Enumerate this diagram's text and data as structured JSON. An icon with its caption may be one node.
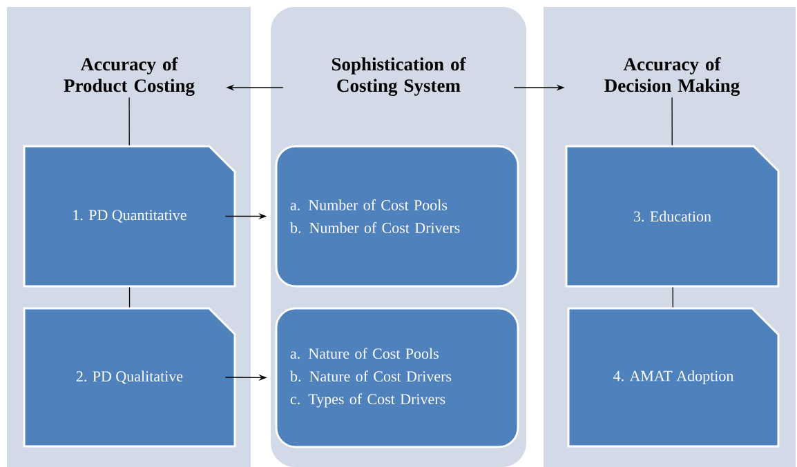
{
  "diagram": {
    "nodes": [
      {
        "text": [],
        "shape": "box"
      },
      {
        "text": [
          "Accuracy of Product Costing"
        ],
        "in": 0
      },
      {
        "text": [
          "1. PD Quantitative"
        ],
        "in": 0
      },
      {
        "text": [
          "2. PD Qualitative"
        ],
        "in": 0
      },
      {
        "text": [],
        "shape": "box"
      },
      {
        "text": [
          "Sophistication of Costing System"
        ],
        "in": 4
      },
      {
        "text": [
          "a. Number of Cost Pools",
          "b. Number of Cost Drivers"
        ],
        "in": 4
      },
      {
        "text": [
          "a. Nature of Cost Pools",
          "b. Nature of Cost Drivers",
          "c. Types of Cost Drivers"
        ],
        "in": 4
      },
      {
        "text": [],
        "shape": "box"
      },
      {
        "text": [
          "Accuracy of Decision Making"
        ],
        "in": 8
      },
      {
        "text": [
          "3. Education"
        ],
        "in": 8
      },
      {
        "text": [
          "4. AMAT Adoption"
        ],
        "in": 8
      }
    ],
    "edges": [
      {
        "from": 5,
        "to": 1,
        "arrow": "to"
      },
      {
        "from": 5,
        "to": 9,
        "arrow": "to"
      },
      {
        "from": 1,
        "to": 2,
        "arrow": "none"
      },
      {
        "from": 2,
        "to": 3,
        "arrow": "none"
      },
      {
        "from": 2,
        "to": 6,
        "arrow": "to"
      },
      {
        "from": 3,
        "to": 7,
        "arrow": "to"
      },
      {
        "from": 9,
        "to": 10,
        "arrow": "none"
      },
      {
        "from": 10,
        "to": 11,
        "arrow": "none"
      }
    ]
  }
}
